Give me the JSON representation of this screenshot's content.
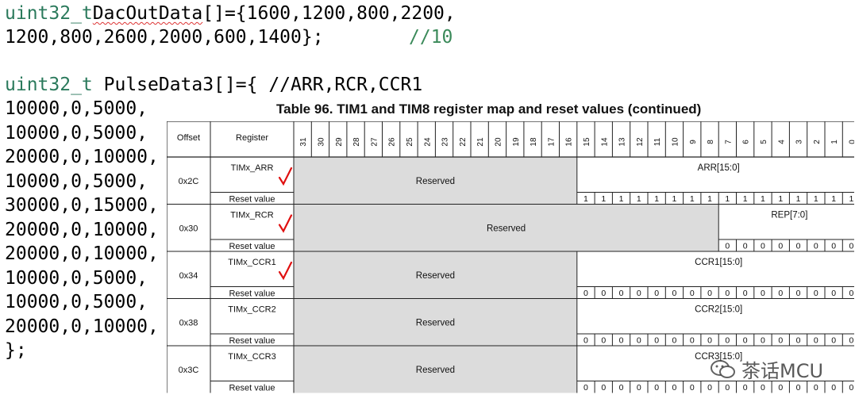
{
  "code": {
    "line1_type": "uint32_t",
    "line1_name": "DacOutData",
    "line1_rest": "[]={1600,1200,800,2200,",
    "line2_values": "1200,800,2600,2000,600,1400};",
    "line2_comment": "//10",
    "line3_type": "uint32_t",
    "line3_rest": " PulseData3[]={ //ARR,RCR,CCR1",
    "rows": [
      "10000,0,5000,",
      "10000,0,5000,",
      "20000,0,10000,",
      "10000,0,5000,",
      "30000,0,15000,",
      "20000,0,10000,",
      "20000,0,10000,",
      "10000,0,5000,",
      "10000,0,5000,",
      "20000,0,10000,"
    ],
    "closing": "};"
  },
  "table": {
    "title": "Table 96. TIM1 and TIM8 register map and reset values (continued)",
    "header_offset": "Offset",
    "header_register": "Register",
    "bits": [
      "31",
      "30",
      "29",
      "28",
      "27",
      "26",
      "25",
      "24",
      "23",
      "22",
      "21",
      "20",
      "19",
      "18",
      "17",
      "16",
      "15",
      "14",
      "13",
      "12",
      "11",
      "10",
      "9",
      "8",
      "7",
      "6",
      "5",
      "4",
      "3",
      "2",
      "1",
      "0"
    ],
    "reset_label": "Reset value",
    "reserved_label": "Reserved",
    "rows": [
      {
        "offset": "0x2C",
        "register": "TIMx_ARR",
        "field": "ARR[15:0]",
        "field_bits": 16,
        "reset_bit": "1",
        "checked": true
      },
      {
        "offset": "0x30",
        "register": "TIMx_RCR",
        "field": "REP[7:0]",
        "field_bits": 8,
        "reset_bit": "0",
        "checked": true
      },
      {
        "offset": "0x34",
        "register": "TIMx_CCR1",
        "field": "CCR1[15:0]",
        "field_bits": 16,
        "reset_bit": "0",
        "checked": true
      },
      {
        "offset": "0x38",
        "register": "TIMx_CCR2",
        "field": "CCR2[15:0]",
        "field_bits": 16,
        "reset_bit": "0",
        "checked": false
      },
      {
        "offset": "0x3C",
        "register": "TIMx_CCR3",
        "field": "CCR3[15:0]",
        "field_bits": 16,
        "reset_bit": "0",
        "checked": false
      }
    ]
  },
  "watermark": {
    "text": "茶话MCU",
    "icon": "wechat-icon"
  },
  "colors": {
    "keyword": "#2b7a5c",
    "comment": "#3b8a5a",
    "check": "#e01010",
    "reserved_fill": "#dcdcdc"
  }
}
